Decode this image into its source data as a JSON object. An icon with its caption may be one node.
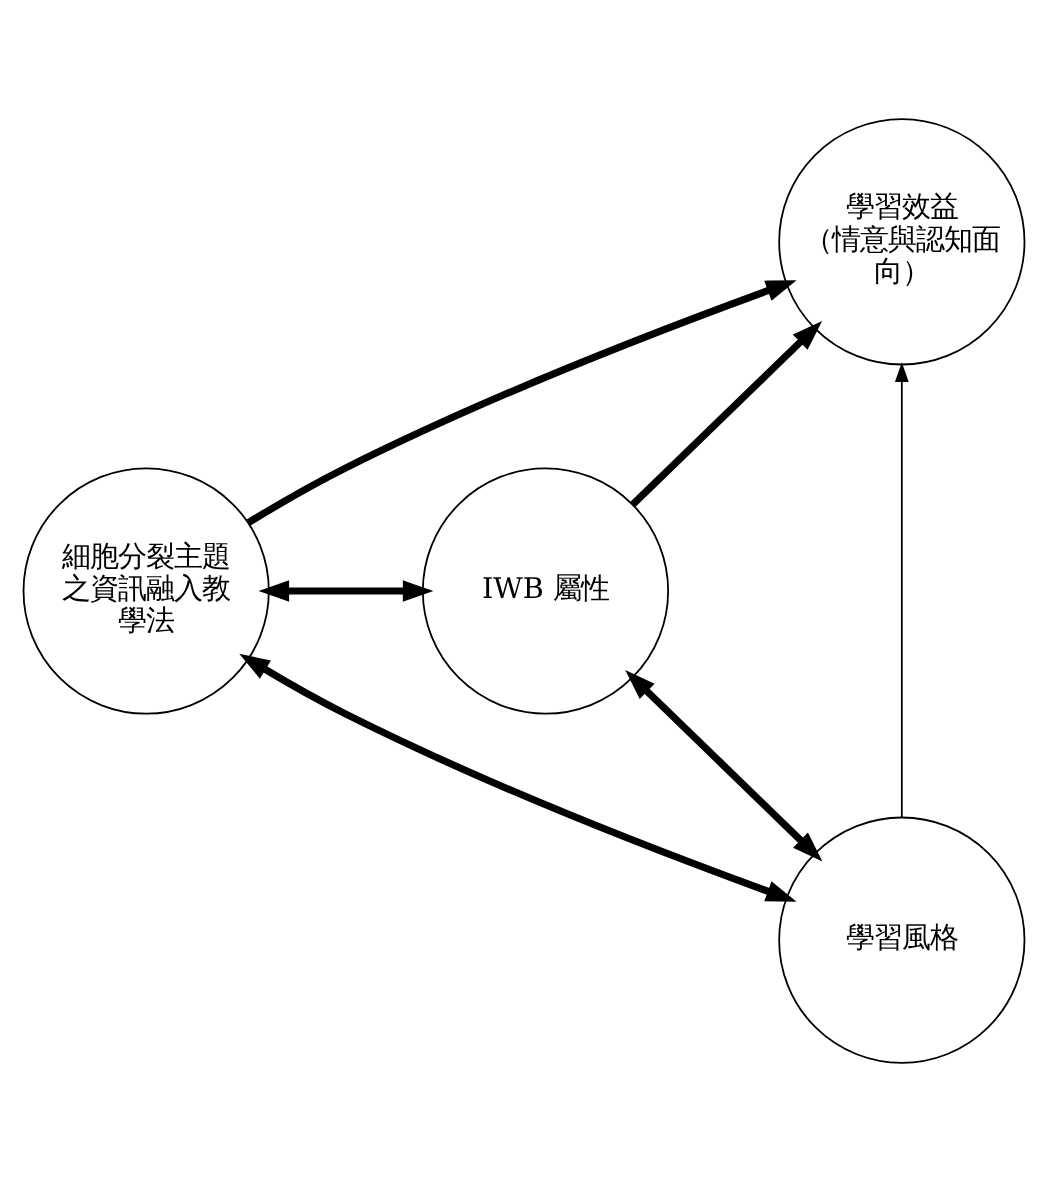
{
  "diagram": {
    "nodes": [
      {
        "text": [
          "學習效益（情意與認知面向）"
        ]
      },
      {
        "text": [
          "細胞分裂主題之資訊融入教學法"
        ]
      },
      {
        "text": [
          "IWB 屬性"
        ]
      },
      {
        "text": [
          "學習風格"
        ]
      }
    ],
    "edges": [
      {
        "from": 1,
        "to": 0,
        "arrow": "to"
      },
      {
        "from": 2,
        "to": 0,
        "arrow": "to"
      },
      {
        "from": 3,
        "to": 0,
        "arrow": "to"
      },
      {
        "from": 1,
        "to": 2,
        "arrow": "both"
      },
      {
        "from": 1,
        "to": 3,
        "arrow": "both"
      },
      {
        "from": 2,
        "to": 3,
        "arrow": "both"
      }
    ]
  }
}
